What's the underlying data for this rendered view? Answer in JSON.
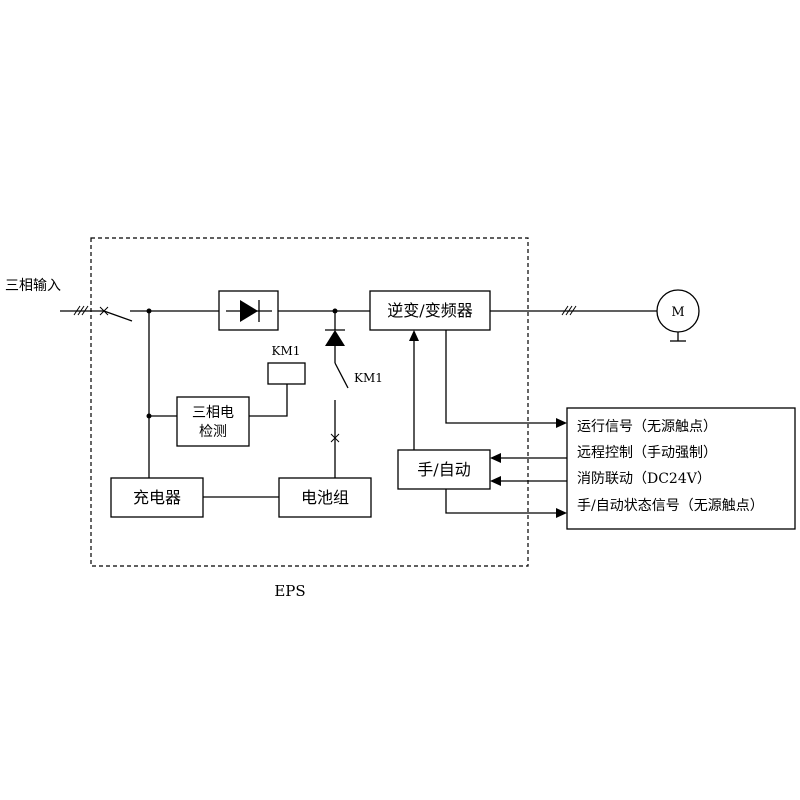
{
  "labels": {
    "input": "三相输入",
    "rectifier": "",
    "inverter": "逆变/变频器",
    "detect_line1": "三相电",
    "detect_line2": "检测",
    "km1_coil": "KM1",
    "km1_contact": "KM1",
    "charger": "充电器",
    "battery": "电池组",
    "manual_auto": "手/自动",
    "motor": "M",
    "eps": "EPS"
  },
  "signals": [
    "运行信号（无源触点）",
    "远程控制（手动强制）",
    "消防联动（DC24V）",
    "手/自动状态信号（无源触点）"
  ],
  "colors": {
    "line": "#000000",
    "background": "#ffffff"
  }
}
